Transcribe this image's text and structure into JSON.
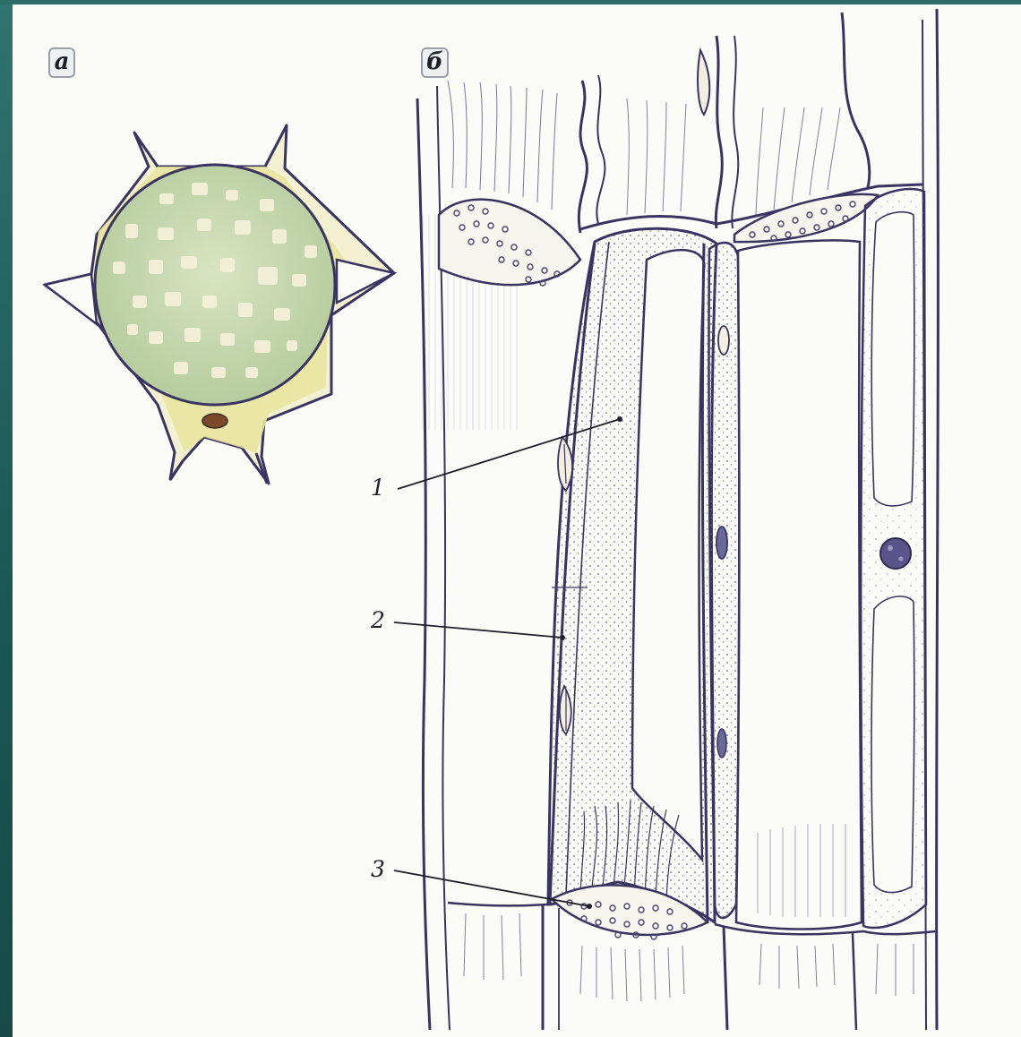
{
  "panels": {
    "a": {
      "label": "а"
    },
    "b": {
      "label": "б"
    }
  },
  "callouts": [
    {
      "label": "1"
    },
    {
      "label": "2"
    },
    {
      "label": "3"
    }
  ],
  "colors": {
    "outline": "#3a3460",
    "vacuole_fill": "#cfdcb4",
    "cytoplasm_fill": "#e9e4a0",
    "stipple": "#6a6a8a"
  }
}
